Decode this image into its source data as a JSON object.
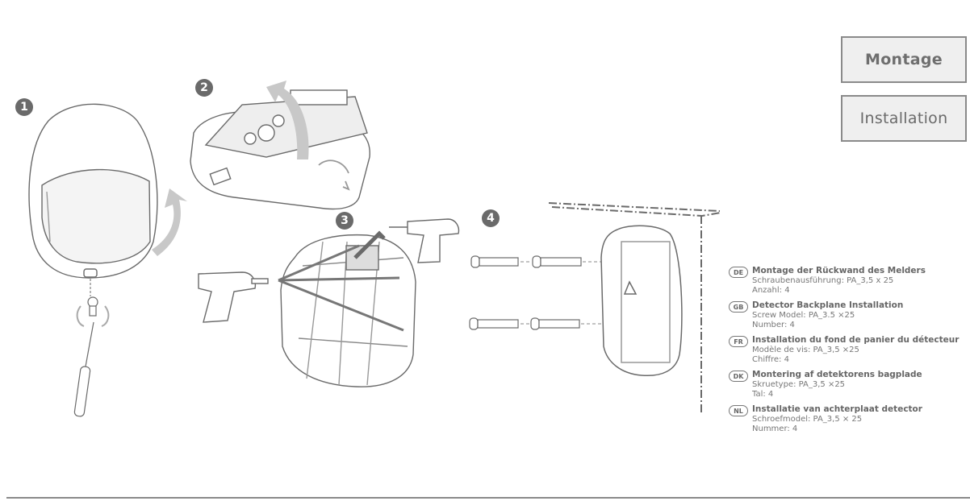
{
  "tabs": {
    "montage": "Montage",
    "installation": "Installation"
  },
  "steps": [
    "1",
    "2",
    "3",
    "4"
  ],
  "instructions": [
    {
      "code": "DE",
      "title": "Montage der Rückwand des Melders",
      "line1": "Schraubenausführung: PA_3,5 x 25",
      "line2": "Anzahl: 4"
    },
    {
      "code": "GB",
      "title": "Detector Backplane Installation",
      "line1": "Screw Model: PA_3.5 ×25",
      "line2": "Number: 4"
    },
    {
      "code": "FR",
      "title": "Installation du fond de panier du détecteur",
      "line1": "Modèle de vis: PA_3,5 ×25",
      "line2": "Chiffre: 4"
    },
    {
      "code": "DK",
      "title": "Montering af detektorens bagplade",
      "line1": "Skruetype:  PA_3,5 ×25",
      "line2": "Tal: 4"
    },
    {
      "code": "NL",
      "title": "Installatie van achterplaat detector",
      "line1": "Schroefmodel: PA_3,5 × 25",
      "line2": "Nummer: 4"
    }
  ],
  "colors": {
    "line": "#6a6a6a",
    "arrow": "#c8c8c8",
    "tab_bg": "#efefef"
  }
}
